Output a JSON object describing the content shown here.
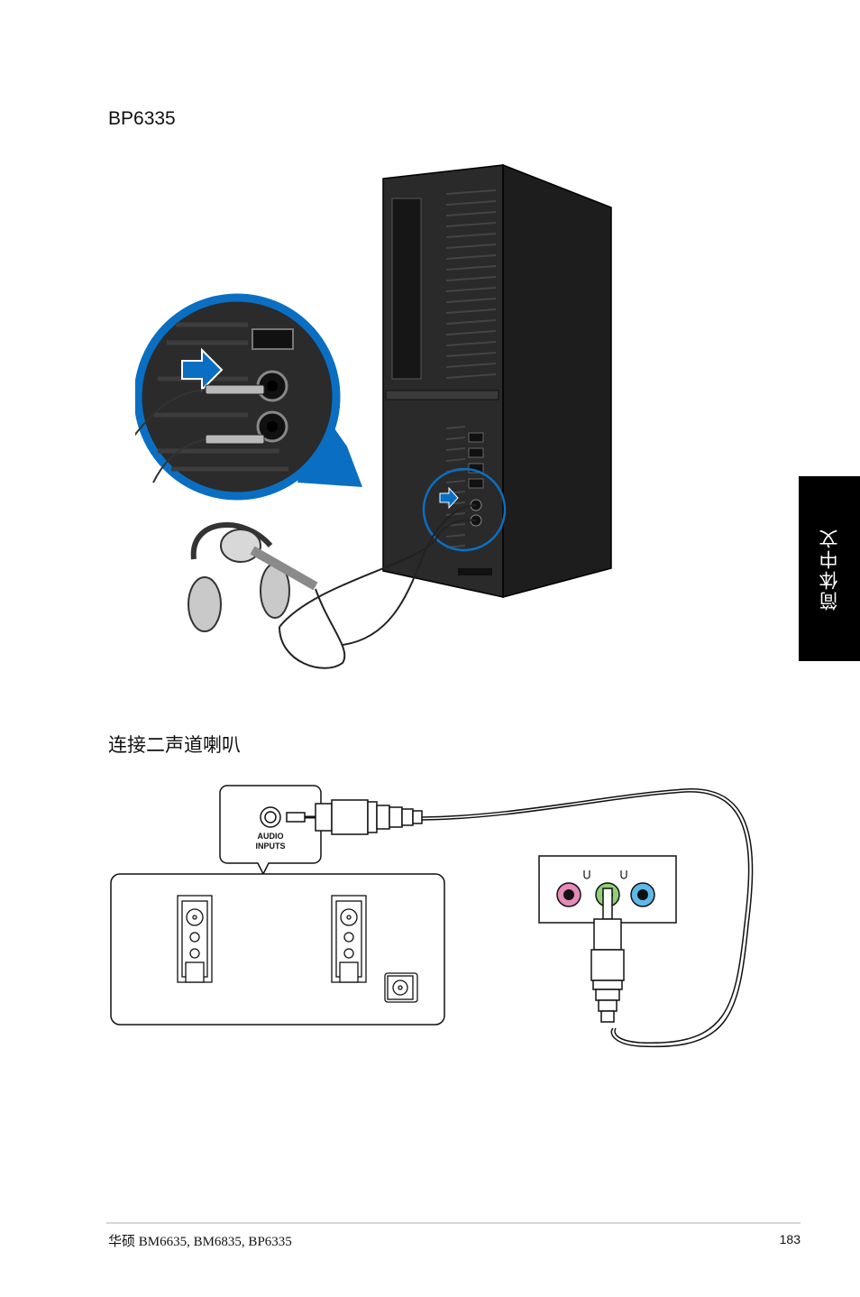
{
  "sections": {
    "model_title": "BP6335",
    "speakers_title": "连接二声道喇叭"
  },
  "sidebar": {
    "language_tab": "简体中文"
  },
  "figure2": {
    "audio_inputs_label": "AUDIO\nINPUTS"
  },
  "footer": {
    "product_line": "华硕 BM6635, BM6835, BP6335",
    "page_number": "183"
  },
  "colors": {
    "mic_jack": "#e58bb8",
    "line_out_jack": "#8fd07a",
    "line_in_jack": "#5fb8e6",
    "callout_blue": "#0a6fc2"
  }
}
